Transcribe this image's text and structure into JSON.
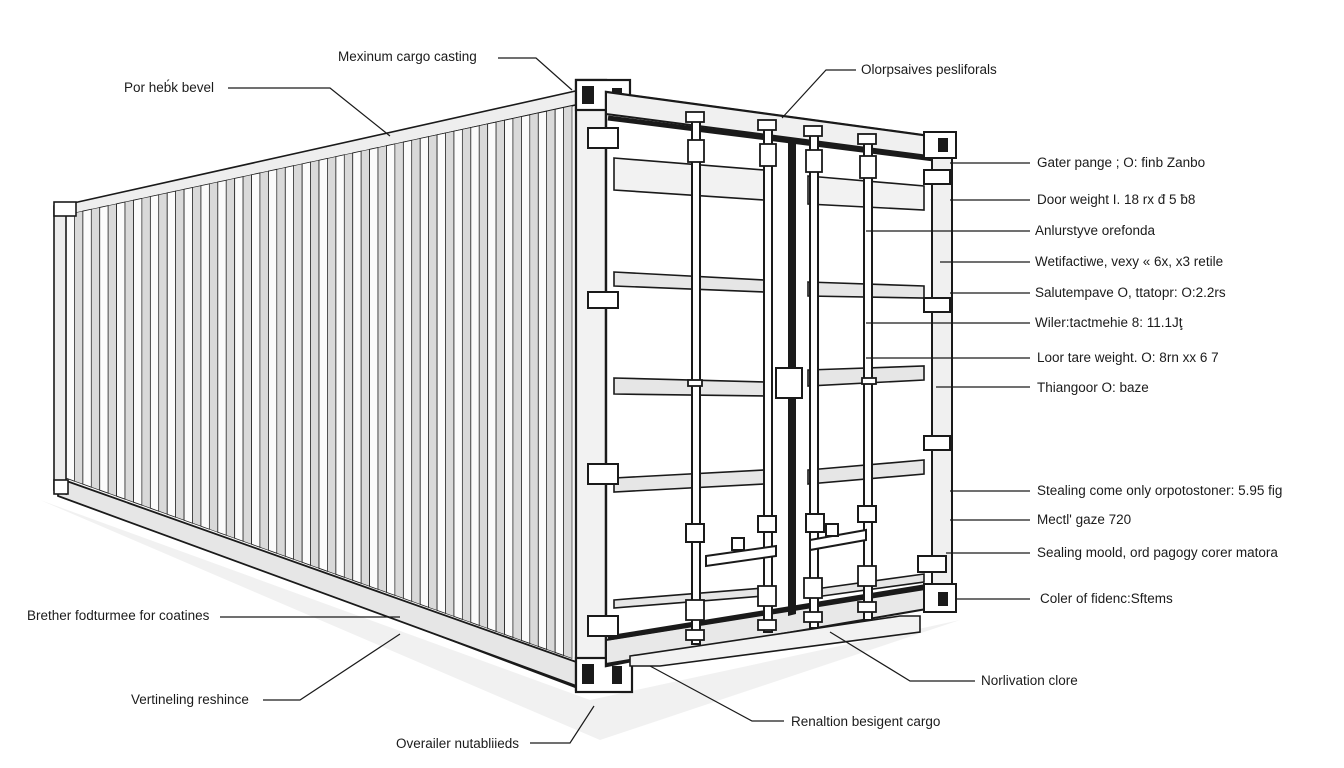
{
  "diagram": {
    "colors": {
      "line": "#1a1a1a",
      "panel_shade": "#e6e6e6",
      "panel_fill": "#f7f7f7",
      "rib_light": "#fbfbfb",
      "rib_dark": "#d9d9d9"
    },
    "labels": {
      "maximum_cargo_casting": "Mexinum cargo casting",
      "oloppsaives_pesliforals": "Olorpsaives pesliforals",
      "por_heck_bevel": "Por heb́k bevel",
      "gater_pange": "Gater pange ; O: finb Zanbo",
      "door_weight": "Door weight I. 18 rx đ 5 ƀ8",
      "anlurstyve_orefonda": "Anlurstyve orefonda",
      "wetifactive": "Wetifactiwe, vexy « 6x, x3 retile",
      "salutempave": "Salutempave O, ttatopr: O:2.2rs",
      "willer_tactmehie": "Wiler:tactmehie 8: 11.1Jţ",
      "loor_tare_weight": "Loor tare weight. O: 8rn xx 6 7",
      "thiangoor": "Thiangoor O: baze",
      "stealing_come": "Stealing come only orpotostoner: 5.95 fig",
      "mectl_gaze": "Mectl' gaze 720",
      "sealing_moold": "Sealing moold, ord pagogy corer matora",
      "coler_of_fidenc": "Coler of fidenc:Sftems",
      "brether_fodturmee": "Brether fodturmee for coatines",
      "norlivation_clore": "Norlivation clore",
      "vertineling_reshince": "Vertineling reshince",
      "renaltion_besigent": "Renaltion besigent cargo",
      "overailer_nutablieds": "Overailer nutabliieds"
    }
  }
}
